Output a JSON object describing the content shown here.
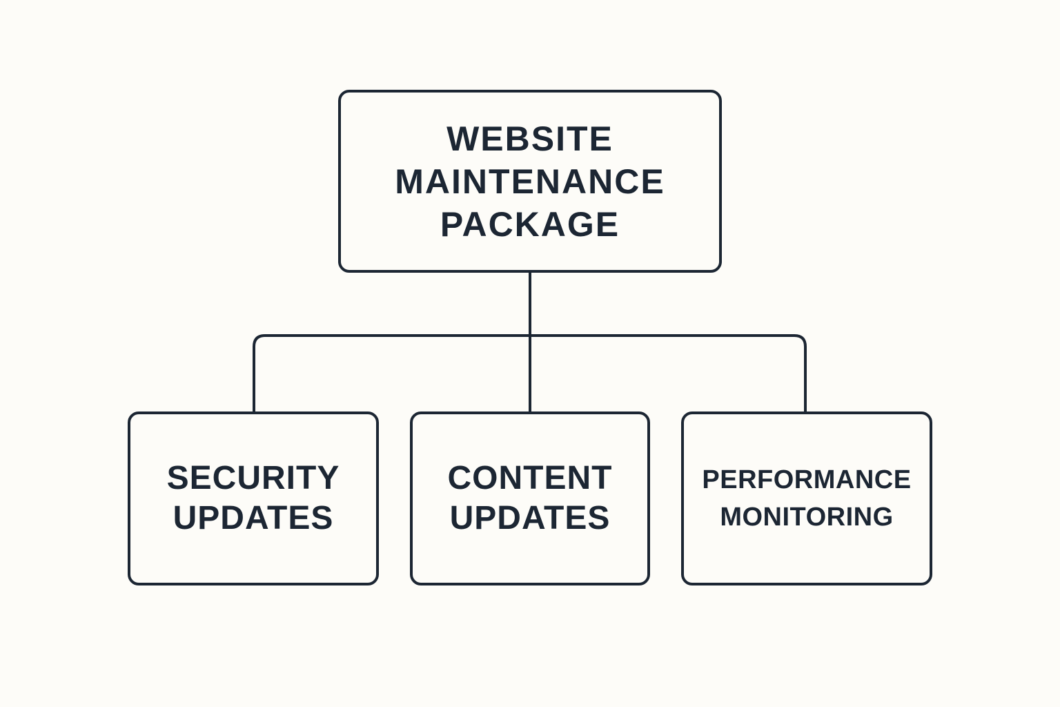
{
  "diagram": {
    "root": {
      "lines": [
        "WEBSITE",
        "MAINTENANCE",
        "PACKAGE"
      ]
    },
    "children": [
      {
        "lines": [
          "SECURITY",
          "UPDATES"
        ]
      },
      {
        "lines": [
          "CONTENT",
          "UPDATES"
        ]
      },
      {
        "lines": [
          "PERFORMANCE",
          "MONITORING"
        ]
      }
    ],
    "colors": {
      "stroke": "#1c2633",
      "text": "#1c2633",
      "background": "#fdfcf8"
    }
  }
}
